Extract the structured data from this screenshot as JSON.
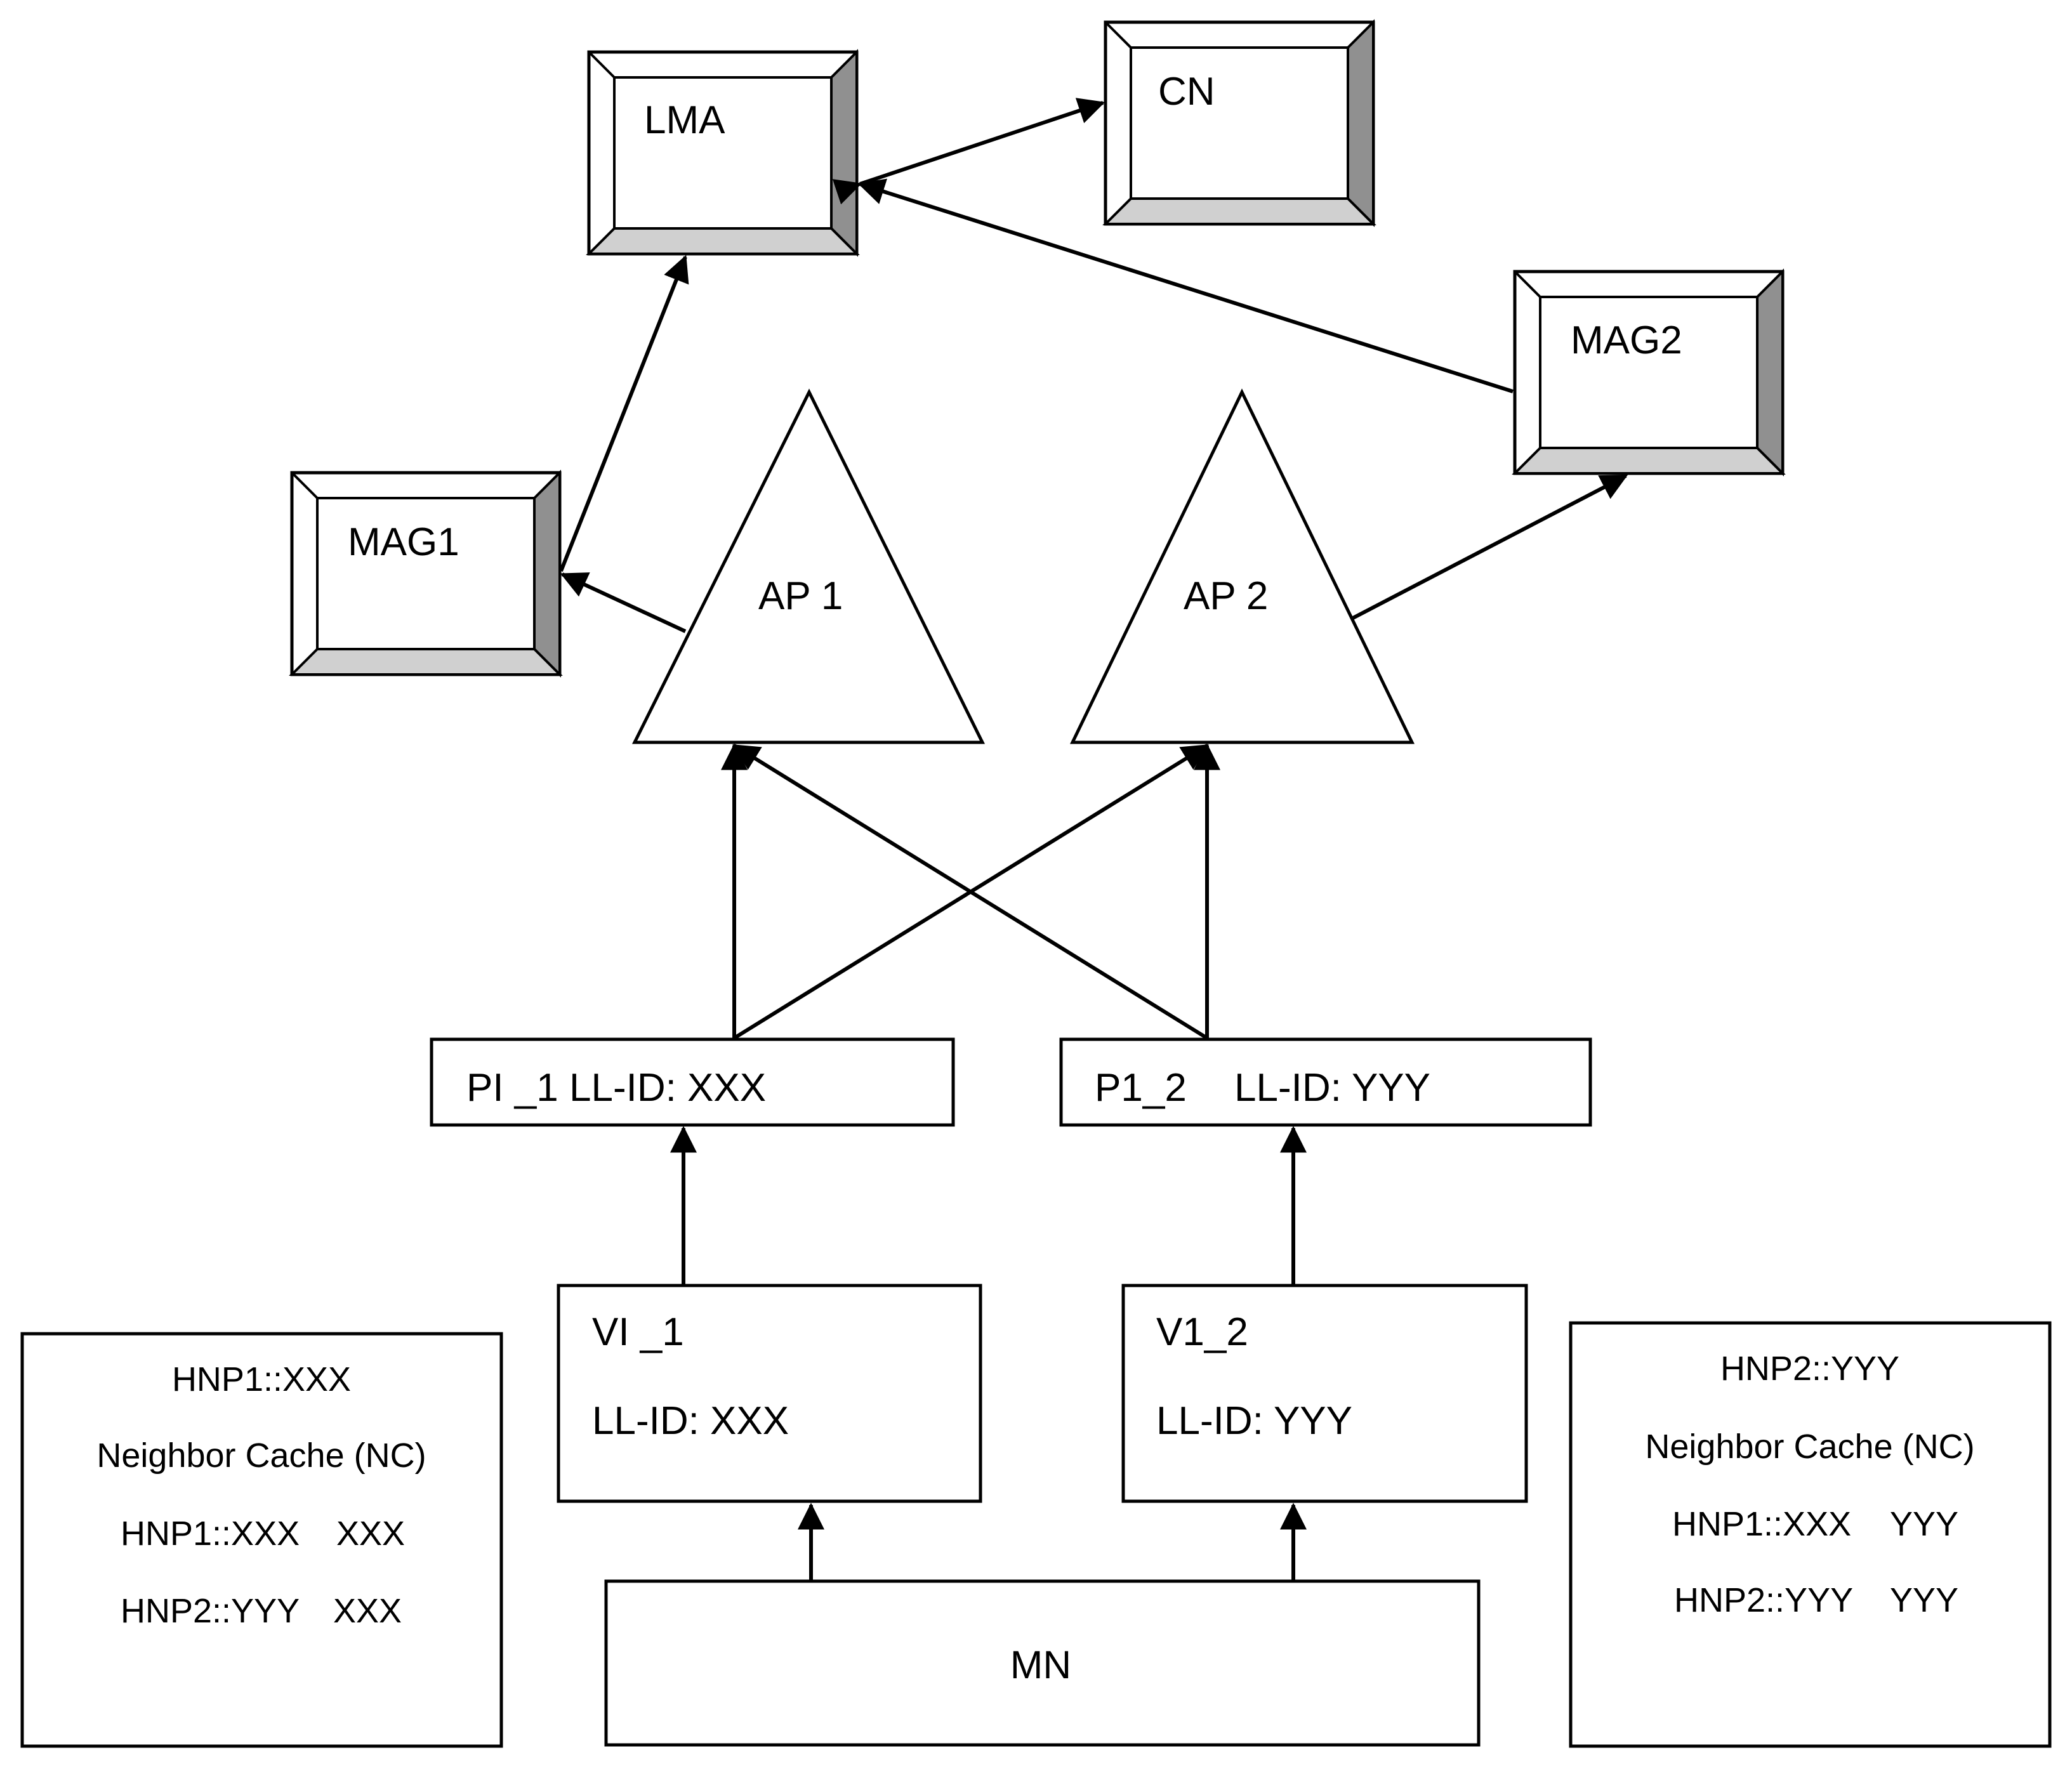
{
  "nodes": {
    "lma": {
      "label": "LMA"
    },
    "cn": {
      "label": "CN"
    },
    "mag1": {
      "label": "MAG1"
    },
    "mag2": {
      "label": "MAG2"
    },
    "ap1": {
      "label": "AP 1"
    },
    "ap2": {
      "label": "AP 2"
    },
    "pi1": {
      "label": "PI _1 LL-ID: XXX"
    },
    "p12": {
      "label_a": "P1_2",
      "label_b": "LL-ID: YYY"
    },
    "vi1": {
      "line1": "VI _1",
      "line2": "LL-ID: XXX"
    },
    "v12": {
      "line1": "V1_2",
      "line2": "LL-ID: YYY"
    },
    "mn": {
      "label": "MN"
    }
  },
  "nc_left": {
    "title": "HNP1::XXX",
    "caption": "Neighbor Cache (NC)",
    "rows": [
      {
        "prefix": "HNP1::XXX",
        "ll": "XXX"
      },
      {
        "prefix": "HNP2::YYY",
        "ll": "XXX"
      }
    ]
  },
  "nc_right": {
    "title": "HNP2::YYY",
    "caption": "Neighbor Cache   (NC)",
    "rows": [
      {
        "prefix": "HNP1::XXX",
        "ll": "YYY"
      },
      {
        "prefix": "HNP2::YYY",
        "ll": "YYY"
      }
    ]
  },
  "colors": {
    "stroke": "#000000",
    "bevel_light": "#d0d0d0",
    "bevel_dark": "#909090",
    "background": "#ffffff"
  }
}
